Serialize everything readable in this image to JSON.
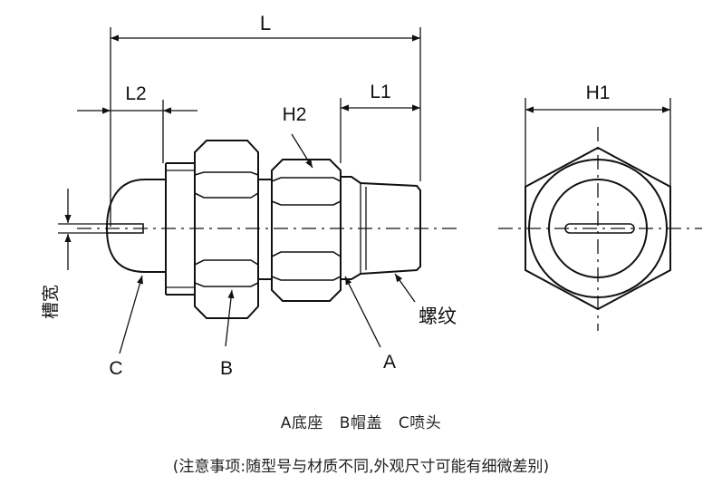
{
  "dimensions": {
    "L": "L",
    "L1": "L1",
    "L2": "L2",
    "H1": "H1",
    "H2": "H2"
  },
  "callouts": {
    "slot_width": "槽宽",
    "thread": "螺纹",
    "A": "A",
    "B": "B",
    "C": "C"
  },
  "legend": {
    "A": "A底座",
    "B": "B帽盖",
    "C": "C喷头"
  },
  "note": "(注意事项:随型号与材质不同,外观尺寸可能有细微差别)"
}
